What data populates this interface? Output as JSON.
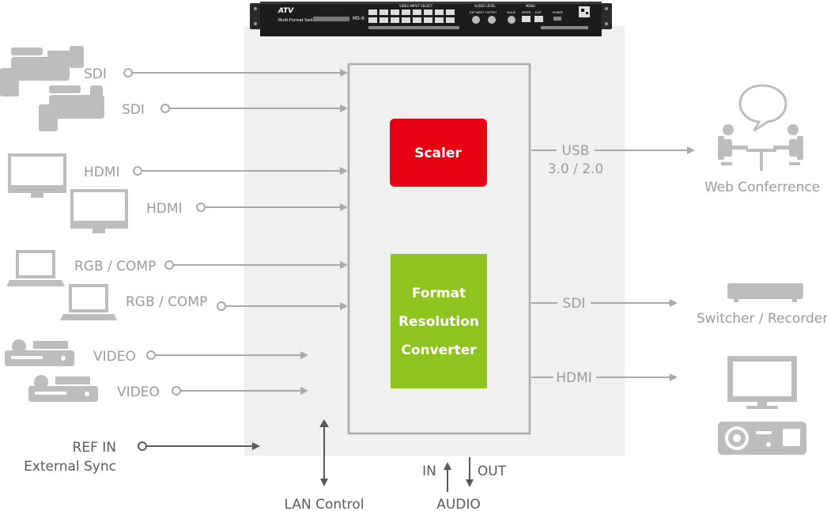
{
  "device": {
    "brand": "ATV",
    "model_label": "Multi-Format Switcher",
    "model_number": "MS-6",
    "panel_texts": {
      "video_input_select": "VIDEO INPUT SELECT",
      "audio_level": "AUDIO LEVEL",
      "ext_input": "EXT INPUT",
      "output": "OUTPUT",
      "menu": "MENU",
      "value": "VALUE",
      "enter": "ENTER",
      "exit": "EXIT",
      "power": "POWER"
    }
  },
  "inputs": {
    "sdi_1": "SDI",
    "sdi_2": "SDI",
    "hdmi_1": "HDMI",
    "hdmi_2": "HDMI",
    "rgb_comp_1": "RGB / COMP",
    "rgb_comp_2": "RGB / COMP",
    "video_1": "VIDEO",
    "video_2": "VIDEO",
    "ref_in_line1": "REF IN",
    "ref_in_line2": "External Sync"
  },
  "blocks": {
    "scaler": "Scaler",
    "converter_line1": "Format",
    "converter_line2": "Resolution",
    "converter_line3": "Converter"
  },
  "outputs": {
    "usb_line1": "USB",
    "usb_line2": "3.0 / 2.0",
    "web_conference": "Web Conferrence",
    "sdi": "SDI",
    "switcher_recorder": "Switcher / Recorder",
    "hdmi": "HDMI"
  },
  "bottom": {
    "lan_control": "LAN Control",
    "audio": "AUDIO",
    "audio_in": "IN",
    "audio_out": "OUT"
  },
  "colors": {
    "scaler": "#e60012",
    "converter": "#8fc31f",
    "line": "#a9a9a9",
    "icon": "#bdbdbd",
    "panel": "#f0f0f0",
    "dark_text": "#5a5a5a"
  }
}
